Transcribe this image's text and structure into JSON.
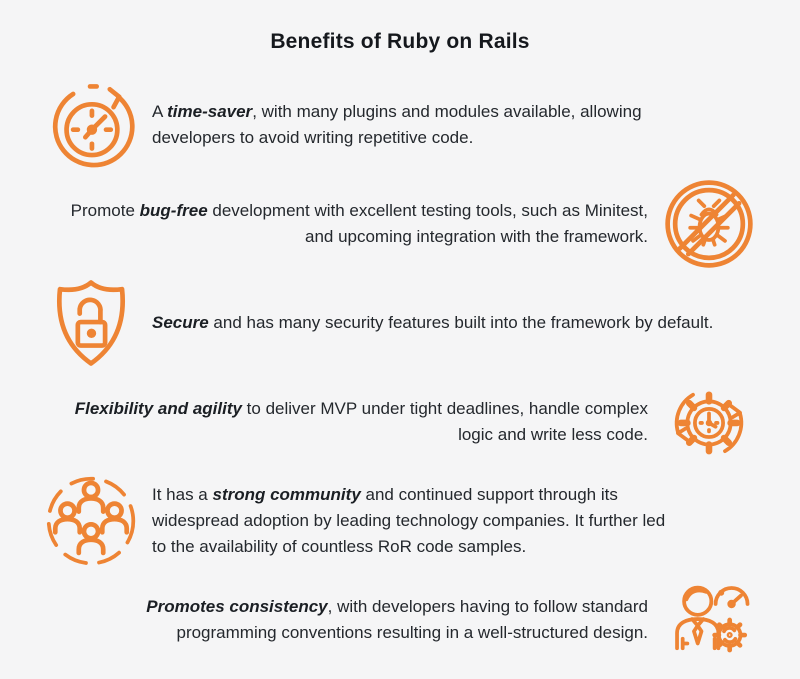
{
  "page": {
    "title": "Benefits of Ruby on Rails",
    "background_color": "#f5f5f6",
    "accent_color": "#ee8434",
    "text_color": "#24282d"
  },
  "benefits": [
    {
      "icon": "time-saver-clock-icon",
      "side": "left",
      "prefix": "A ",
      "bold": "time-saver",
      "suffix": ", with many plugins and modules available, allowing developers to avoid writing repetitive code."
    },
    {
      "icon": "no-bug-icon",
      "side": "right",
      "prefix": "Promote ",
      "bold": "bug-free",
      "suffix": " development with excellent testing tools, such as Minitest, and upcoming integration with the framework."
    },
    {
      "icon": "secure-shield-lock-icon",
      "side": "left",
      "prefix": "",
      "bold": "Secure",
      "suffix": " and has many security features built into the framework by default."
    },
    {
      "icon": "agility-gear-clock-icon",
      "side": "right",
      "prefix": "",
      "bold": "Flexibility and agility",
      "suffix": " to deliver MVP under tight deadlines, handle complex logic and write less code."
    },
    {
      "icon": "community-people-icon",
      "side": "left",
      "prefix": "It has a ",
      "bold": "strong community",
      "suffix": " and continued support through its widespread adoption by leading technology companies. It further led to the availability of countless RoR code samples."
    },
    {
      "icon": "consistency-developer-icon",
      "side": "right",
      "prefix": "",
      "bold": "Promotes consistency",
      "suffix": ", with developers having to follow standard programming conventions resulting in a well-structured design."
    }
  ]
}
